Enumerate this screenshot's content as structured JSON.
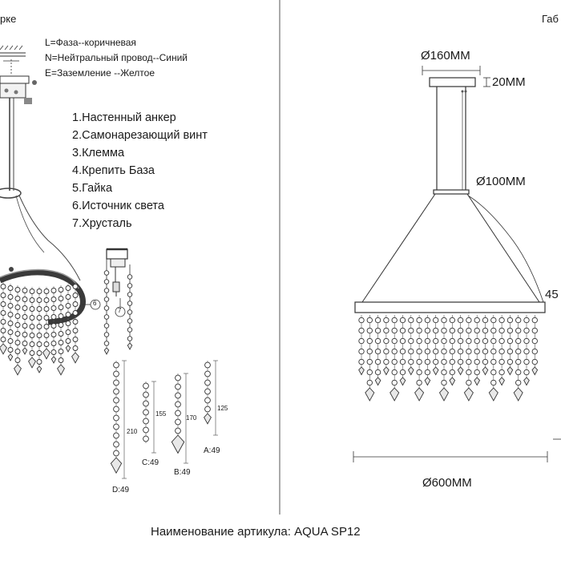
{
  "header": {
    "left_fragment": "рке",
    "right_fragment": "Габ"
  },
  "wiring": [
    "L=Фаза--коричневая",
    "N=Нейтральный провод--Синий",
    "E=Заземление --Желтое"
  ],
  "parts": [
    "1.Настенный анкер",
    "2.Самонарезающий винт",
    "3.Клемма",
    "4.Крепить База",
    "5.Гайка",
    "6.Источник света",
    "7.Хрусталь"
  ],
  "callouts": {
    "c6": "6",
    "c7": "7"
  },
  "strands": {
    "D": {
      "code": "D:49",
      "length": "210"
    },
    "C": {
      "code": "C:49",
      "length": "155"
    },
    "B": {
      "code": "B:49",
      "length": "170"
    },
    "A": {
      "code": "A:49",
      "length": "125"
    }
  },
  "dimensions": {
    "canopy_diameter": "Ø160MM",
    "canopy_height": "20MM",
    "hub_diameter": "Ø100MM",
    "ring_diameter": "Ø600MM",
    "edge_fragment": "45"
  },
  "footer": {
    "article": "Наименование артикула: AQUA SP12"
  }
}
